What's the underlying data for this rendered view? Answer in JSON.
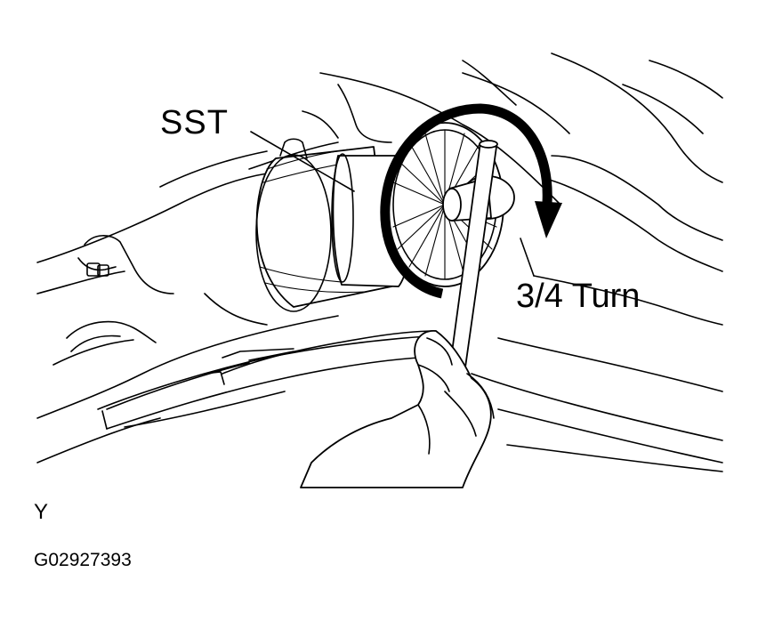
{
  "figure": {
    "labels": {
      "sst": "SST",
      "turn": "3/4 Turn",
      "view": "Y",
      "code": "G02927393"
    },
    "colors": {
      "ink": "#000000",
      "paper": "#ffffff"
    },
    "icons": {
      "rotation": "clockwise-arrow-icon"
    }
  }
}
